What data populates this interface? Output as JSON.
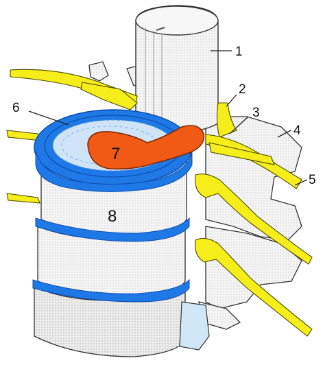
{
  "diagram": {
    "labels": {
      "l1": "1",
      "l2": "2",
      "l3": "3",
      "l4": "4",
      "l5": "5",
      "l6": "6",
      "l7": "7",
      "l8": "8"
    },
    "colors": {
      "bone": "#f4f4f4",
      "bone_outline": "#333333",
      "disc_ring": "#1e78e6",
      "disc_ring_dark": "#0a4fb0",
      "nucleus_light": "#cfe4f7",
      "herniation": "#f05a14",
      "nerve": "#f6ee1a",
      "nerve_outline": "#4a4a00",
      "spinal_cord": "#e8e8e8",
      "ligament": "#cfe7f7"
    }
  }
}
